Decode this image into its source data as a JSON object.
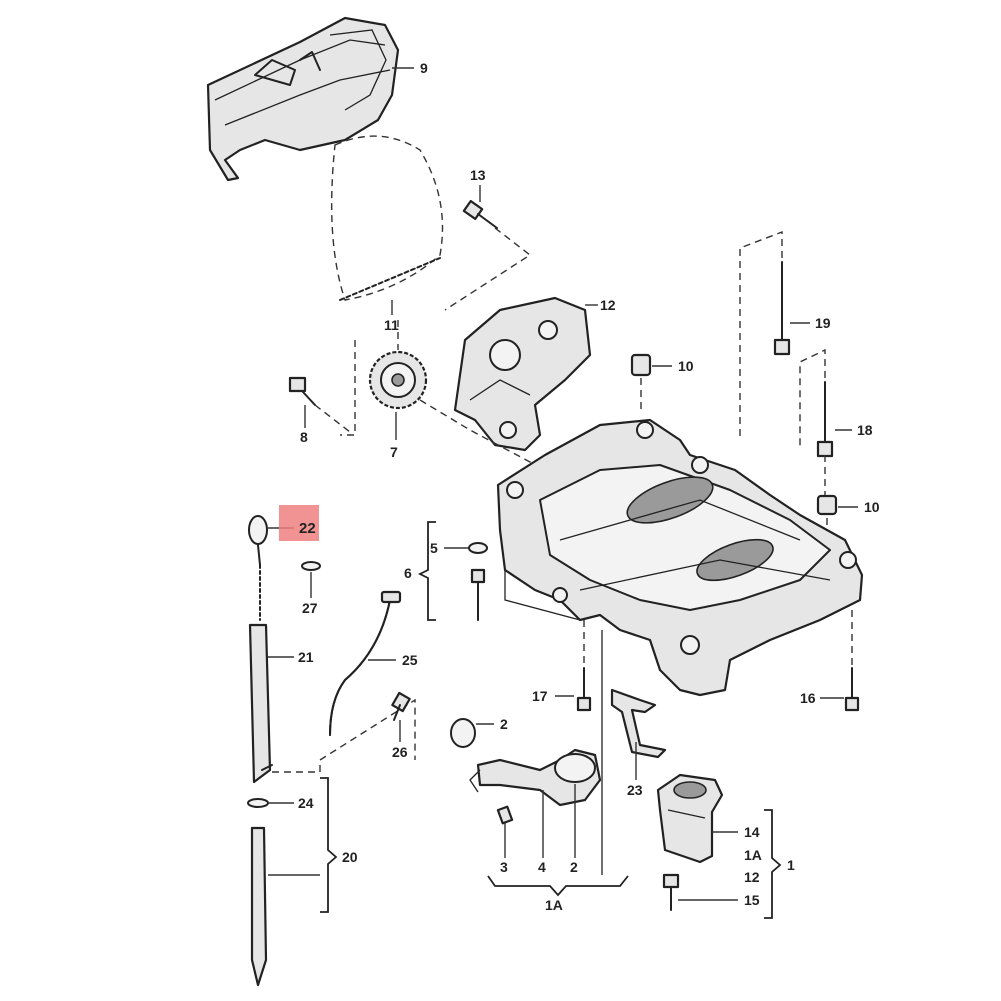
{
  "highlight": {
    "label": "22",
    "color": "#f08080"
  },
  "callouts": {
    "c9": "9",
    "c13": "13",
    "c12": "12",
    "c19": "19",
    "c11": "11",
    "c10a": "10",
    "c18": "18",
    "c8": "8",
    "c7": "7",
    "c10b": "10",
    "c22": "22",
    "c5": "5",
    "c6": "6",
    "c27": "27",
    "c21": "21",
    "c25": "25",
    "c17": "17",
    "c16": "16",
    "c2a": "2",
    "c26": "26",
    "c23": "23",
    "c24": "24",
    "c14": "14",
    "c1Aa": "1A",
    "c20": "20",
    "c1": "1",
    "c12b": "12",
    "c3": "3",
    "c4": "4",
    "c2b": "2",
    "c15": "15",
    "c1Ab": "1A"
  },
  "colors": {
    "line": "#222222",
    "part_fill": "#e6e6e6",
    "background": "#ffffff"
  }
}
